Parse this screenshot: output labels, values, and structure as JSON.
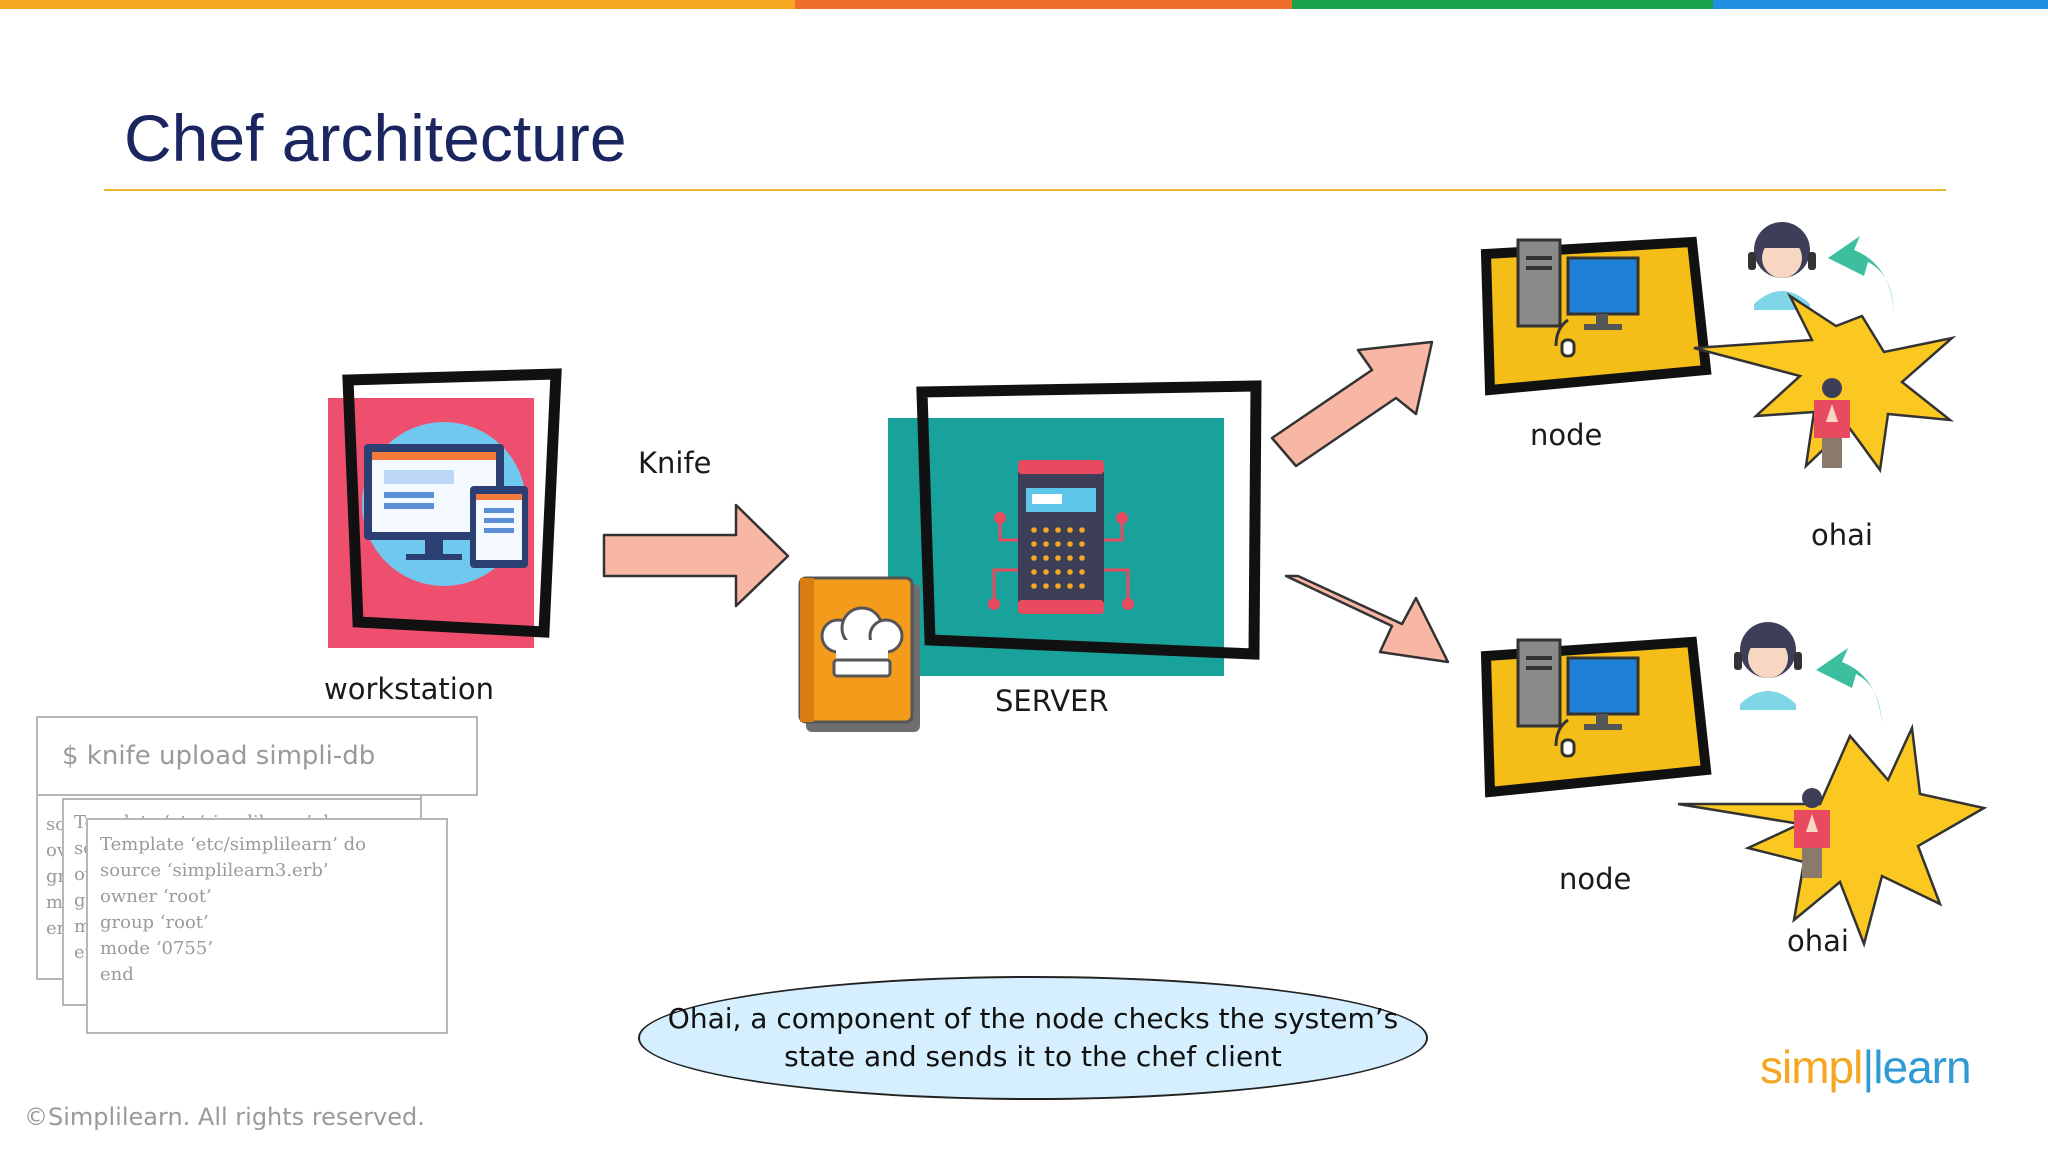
{
  "slide": {
    "title": "Chef architecture",
    "top_bar_colors": [
      "#f7a823",
      "#ef6c2b",
      "#18a34a",
      "#1f8fe0"
    ]
  },
  "diagram": {
    "workstation_label": "workstation",
    "knife_label": "Knife",
    "server_label": "SERVER",
    "node_labels": [
      "node",
      "node"
    ],
    "ohai_labels": [
      "ohai",
      "ohai"
    ],
    "colors": {
      "workstation_bg": "#ef4f6e",
      "server_bg": "#19a29b",
      "node_bg": "#f4bd17",
      "arrow_fill": "#f8b7a5",
      "burst": "#fac820",
      "cookbook": "#f49b1c",
      "person_arrow": "#3dbf9f"
    }
  },
  "terminal": {
    "command": "$ knife upload simpli-db",
    "back_card_lines": [
      "so",
      "ov",
      "gr",
      "m",
      "er"
    ],
    "middle_card_lines": [
      "Template ‘etc/simplilearn’ do",
      "so",
      "ov",
      "gr",
      "m",
      "er"
    ],
    "front_card_lines": [
      "Template ‘etc/simplilearn’ do",
      "source ‘simplilearn3.erb’",
      "owner ‘root’",
      "group ‘root’",
      "mode ‘0755’",
      "end"
    ]
  },
  "callout": {
    "line1": "Ohai, a component of the node checks the system’s",
    "line2": "state and sends it to the chef client"
  },
  "footer": {
    "copyright": "©Simplilearn. All rights reserved.",
    "logo_part1": "simpl",
    "logo_part2": "learn"
  }
}
